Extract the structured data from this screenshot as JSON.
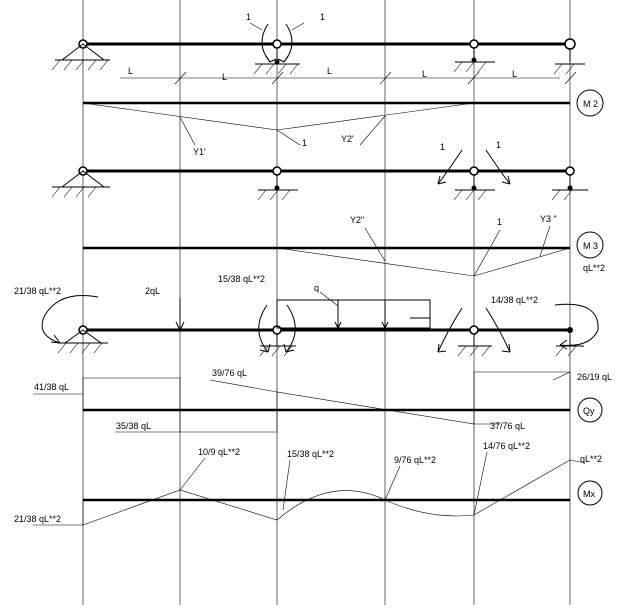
{
  "diagram": {
    "unit_label": "L",
    "unit_one": "1",
    "influence_labels": {
      "y1": "Y1'",
      "y2": "Y2'",
      "y2b": "Y2\"",
      "y3": "Y3 \""
    },
    "circle_labels": [
      "M 2",
      "M 3",
      "Qy",
      "Mx"
    ],
    "loads": {
      "moment_left": "21/38 qL**2",
      "point_force": "2qL",
      "moment_b": "15/38 qL**2",
      "distributed": "q",
      "moment_c": "14/38 qL**2",
      "moment_end": "qL**2"
    },
    "shear_labels": [
      "41/38 qL",
      "35/38 qL",
      "39/76 qL",
      "37/76 qL",
      "26/19 qL"
    ],
    "moment_labels": [
      "10/9 qL**2",
      "15/38 qL**2",
      "9/76 qL**2",
      "14/76 qL**2",
      "qL**2",
      "21/38 qL**2"
    ]
  }
}
